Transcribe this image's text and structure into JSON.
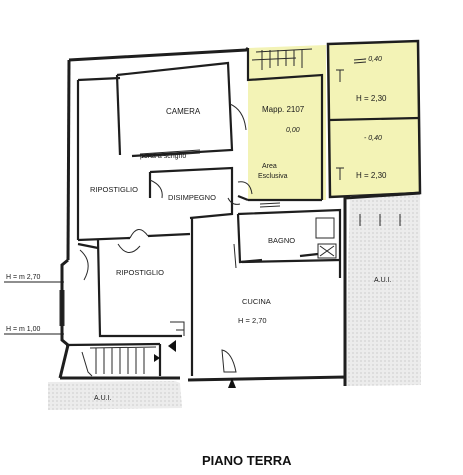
{
  "title": "PIANO TERRA",
  "rooms": {
    "camera": "CAMERA",
    "mappale": "Mapp. 2107",
    "mappale_level": "0,00",
    "ripostiglio_top": "RIPOSTIGLIO",
    "disimpegno": "DISIMPEGNO",
    "porta": "porta a scrigno",
    "area": "Area",
    "esclusiva": "Esclusiva",
    "bagno": "BAGNO",
    "ripostiglio_bottom": "RIPOSTIGLIO",
    "cucina": "CUCINA",
    "cucina_height": "H = 2,70"
  },
  "annex": {
    "top_level": "- 0,40",
    "top_height": "H = 2,30",
    "bottom_level": "- 0,40",
    "bottom_height": "H = 2,30"
  },
  "markers": {
    "h270": "H = m 2,70",
    "h100": "H = m 1,00"
  },
  "aui": {
    "right": "A.U.I.",
    "bottom": "A.U.I."
  },
  "colors": {
    "highlight": "#f3f3b6",
    "wall": "#1e1e1e",
    "hatch": "#c8c8c8"
  }
}
